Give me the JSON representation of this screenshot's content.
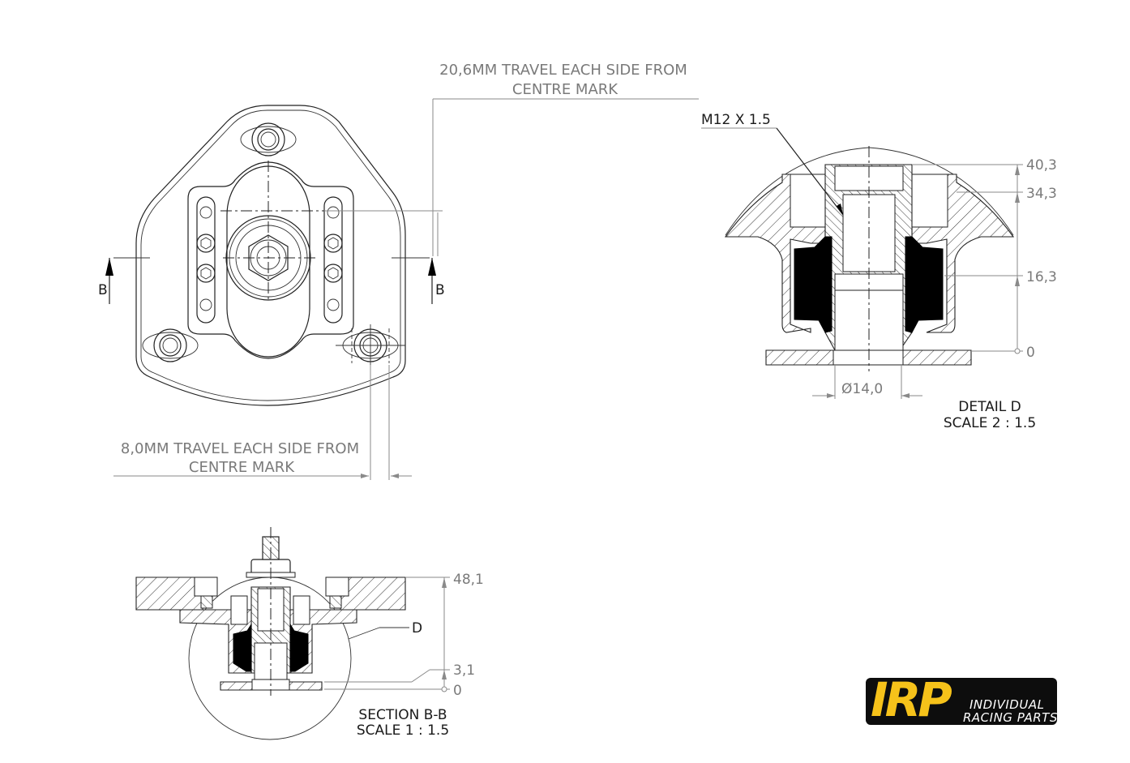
{
  "top_view": {
    "travel_note_top": {
      "line1": "20,6MM TRAVEL EACH SIDE FROM",
      "line2": "CENTRE MARK"
    },
    "travel_note_bottom": {
      "line1": "8,0MM TRAVEL EACH SIDE FROM",
      "line2": "CENTRE MARK"
    },
    "section_marker_left": "B",
    "section_marker_right": "B"
  },
  "detail_view": {
    "thread_callout": "M12 X 1.5",
    "dims": {
      "d1": "40,3",
      "d2": "34,3",
      "d3": "16,3",
      "d4": "0"
    },
    "diameter": "Ø14,0",
    "title": "DETAIL D",
    "scale": "SCALE 2 : 1.5"
  },
  "section_view": {
    "detail_callout": "D",
    "dims": {
      "d1": "48,1",
      "d2": "3,1",
      "d3": "0"
    },
    "title": "SECTION B-B",
    "scale": "SCALE 1 : 1.5"
  },
  "logo": {
    "mark": "IRP",
    "line1": "INDIVIDUAL",
    "line2": "RACING PARTS",
    "mark_color": "#f6c21a",
    "bg_color": "#0d0d0d"
  }
}
